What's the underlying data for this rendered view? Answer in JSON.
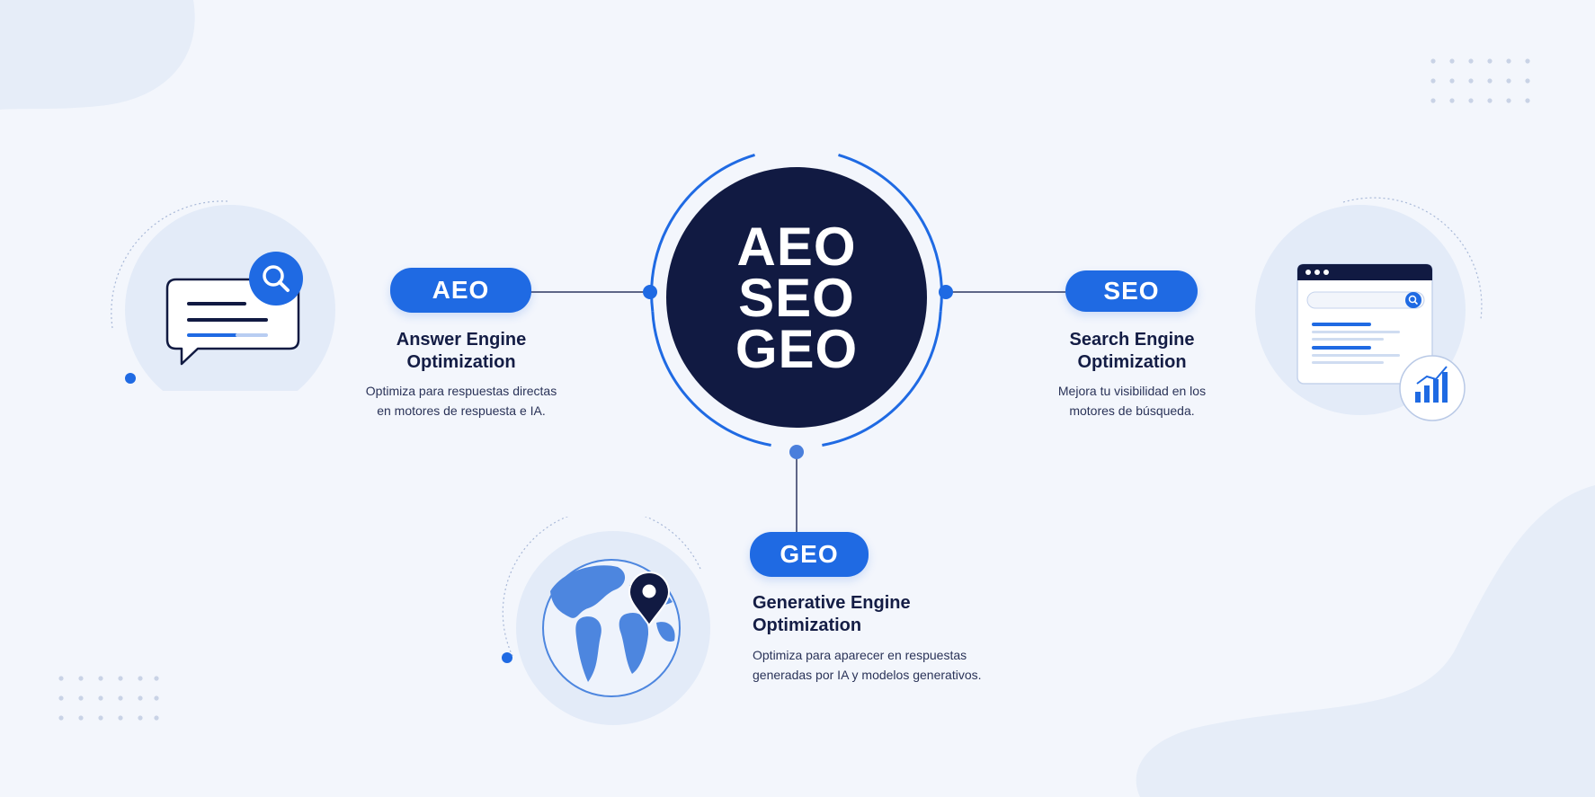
{
  "hub": {
    "lines": [
      "AEO",
      "SEO",
      "GEO"
    ]
  },
  "aeo": {
    "label": "AEO",
    "title_lines": [
      "Answer Engine",
      "Optimization"
    ],
    "desc_lines": [
      "Optimiza para respuestas directas",
      "en motores de respuesta e IA."
    ],
    "icon": "chat-search-icon"
  },
  "seo": {
    "label": "SEO",
    "title_lines": [
      "Search Engine",
      "Optimization"
    ],
    "desc_lines": [
      "Mejora tu visibilidad en los",
      "motores de búsqueda."
    ],
    "icon": "browser-analytics-icon"
  },
  "geo": {
    "label": "GEO",
    "title_lines": [
      "Generative Engine",
      "Optimization"
    ],
    "desc_lines": [
      "Optimiza para aparecer en respuestas",
      "generadas por IA y modelos generativos."
    ],
    "icon": "globe-pin-icon"
  },
  "colors": {
    "background": "#f3f6fc",
    "navy": "#111a42",
    "accent_blue": "#1f6ae3",
    "soft_circle": "#e3ebf8"
  }
}
